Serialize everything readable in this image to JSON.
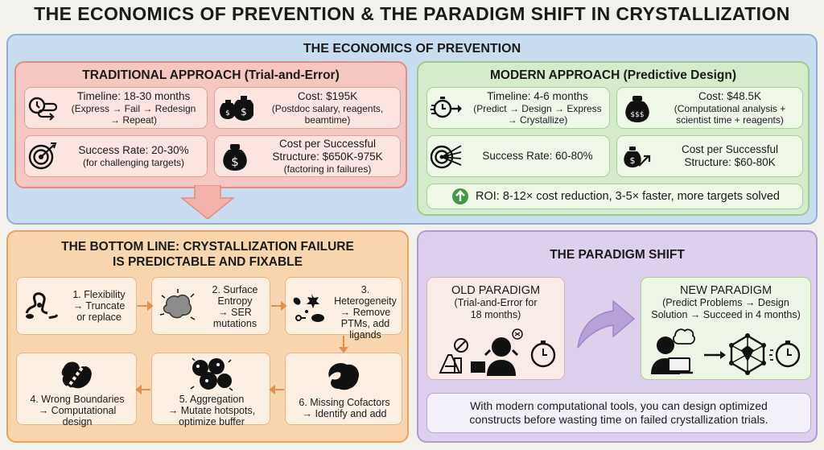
{
  "title": "THE ECONOMICS OF PREVENTION & THE PARADIGM SHIFT IN CRYSTALLIZATION",
  "economics": {
    "heading": "THE ECONOMICS OF PREVENTION",
    "traditional": {
      "heading": "TRADITIONAL APPROACH (Trial-and-Error)",
      "timeline": {
        "label": "Timeline: 18-30 months",
        "detail1": "(Express → Fail → Redesign",
        "detail2": "→ Repeat)"
      },
      "cost": {
        "label": "Cost: $195K",
        "detail1": "(Postdoc salary, reagents,",
        "detail2": "beamtime)"
      },
      "success": {
        "label": "Success Rate: 20-30%",
        "detail": "(for challenging targets)"
      },
      "cost_success": {
        "label1": "Cost per Successful",
        "label2": "Structure: $650K-975K",
        "detail": "(factoring in failures)"
      }
    },
    "modern": {
      "heading": "MODERN APPROACH (Predictive Design)",
      "timeline": {
        "label": "Timeline: 4-6 months",
        "detail1": "(Predict → Design → Express",
        "detail2": "→ Crystallize)"
      },
      "cost": {
        "label": "Cost: $48.5K",
        "detail1": "(Computational analysis +",
        "detail2": "scientist time + reagents)",
        "icon_text": "$$$"
      },
      "success": {
        "label": "Success Rate: 60-80%"
      },
      "cost_success": {
        "label1": "Cost per Successful",
        "label2": "Structure: $60-80K"
      },
      "roi": "ROI: 8-12× cost reduction, 3-5× faster, more targets solved"
    }
  },
  "bottom_line": {
    "heading1": "THE BOTTOM LINE: CRYSTALLIZATION FAILURE",
    "heading2": "IS PREDICTABLE AND FIXABLE",
    "steps": [
      {
        "l1": "1. Flexibility",
        "l2": "→ Truncate",
        "l3": "or replace"
      },
      {
        "l1": "2. Surface",
        "l2": "Entropy",
        "l3": "→ SER",
        "l4": "mutations"
      },
      {
        "l1": "3. Heterogeneity",
        "l2": "→ Remove",
        "l3": "PTMs, add",
        "l4": "ligands"
      },
      {
        "l1": "6. Missing Cofactors",
        "l2": "→ Identify and add"
      },
      {
        "l1": "5. Aggregation",
        "l2": "→ Mutate hotspots,",
        "l3": "optimize buffer"
      },
      {
        "l1": "4. Wrong Boundaries",
        "l2": "→ Computational",
        "l3": "design"
      }
    ]
  },
  "paradigm": {
    "heading": "THE PARADIGM SHIFT",
    "old": {
      "heading": "OLD PARADIGM",
      "detail1": "(Trial-and-Error for",
      "detail2": "18 months)"
    },
    "new": {
      "heading": "NEW PARADIGM",
      "detail1": "(Predict Problems → Design",
      "detail2": "Solution → Succeed in 4 months)"
    },
    "summary1": "With modern computational tools, you can design optimized",
    "summary2": "constructs before wasting time on failed crystallization trials."
  },
  "colors": {
    "econ_bg": "#c9dcef",
    "traditional": "#f6c7c0",
    "modern": "#d6ebcb",
    "bottom": "#f9d6ae",
    "paradigm": "#ddd0ec",
    "roi_green": "#3f9a45"
  }
}
